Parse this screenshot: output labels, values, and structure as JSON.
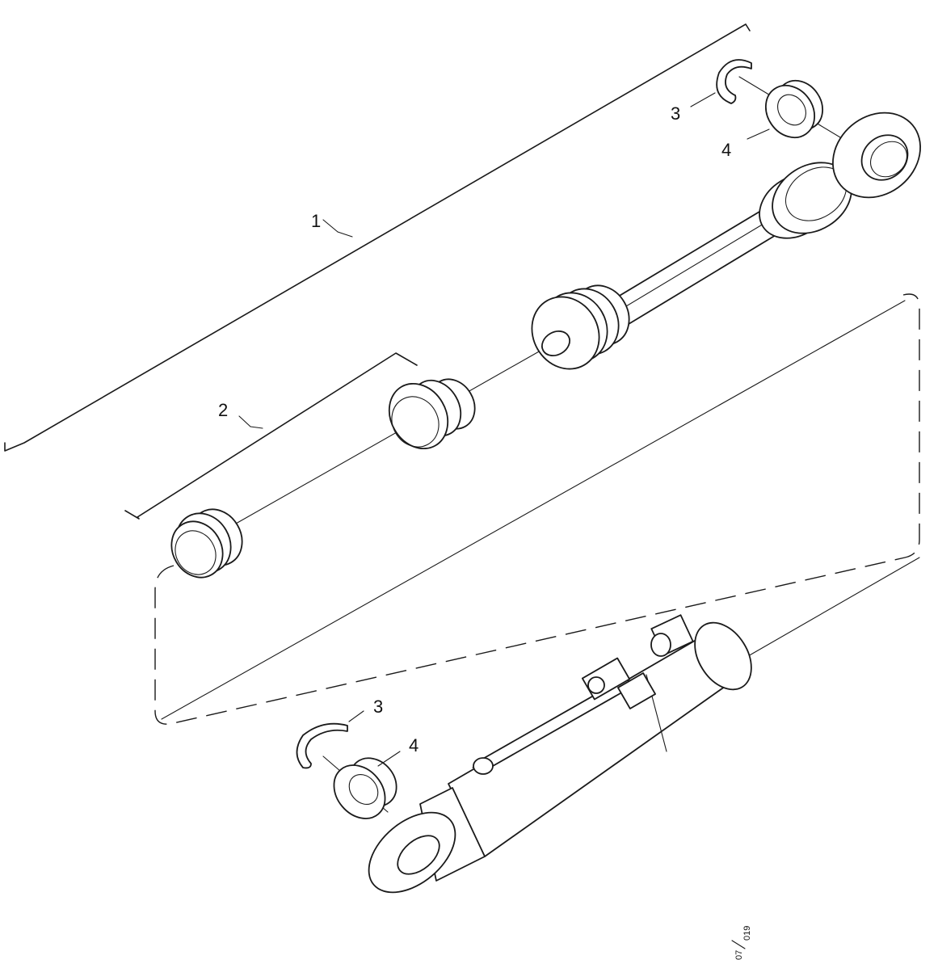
{
  "drawing": {
    "callouts": {
      "c1": "1",
      "c2": "2",
      "c3_top": "3",
      "c4_top": "4",
      "c3_bottom": "3",
      "c4_bottom": "4"
    },
    "reference": {
      "num": "07",
      "den": "019"
    }
  }
}
